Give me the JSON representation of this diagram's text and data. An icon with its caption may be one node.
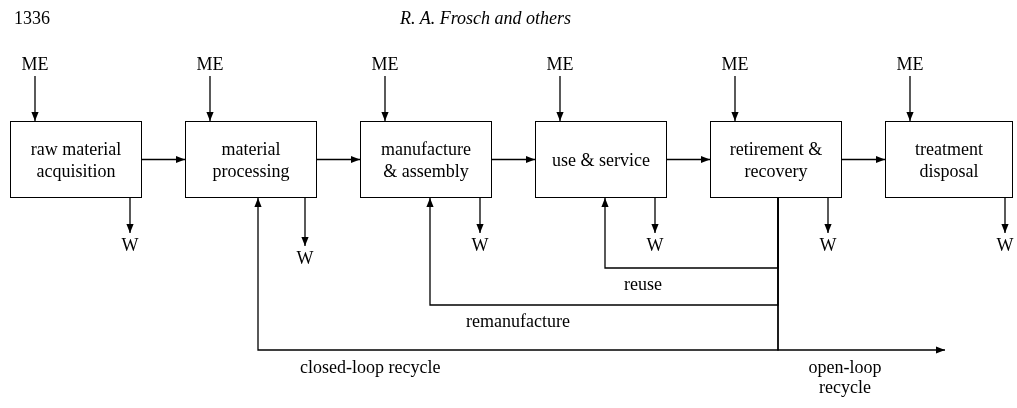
{
  "diagram": {
    "nodes": [
      {
        "text": [
          "ME"
        ]
      },
      {
        "text": [
          "ME"
        ]
      },
      {
        "text": [
          "ME"
        ]
      },
      {
        "text": [
          "ME"
        ]
      },
      {
        "text": [
          "ME"
        ]
      },
      {
        "text": [
          "ME"
        ]
      },
      {
        "text": [
          "raw material acquisition"
        ]
      },
      {
        "text": [
          "material processing"
        ]
      },
      {
        "text": [
          "manufacture & assembly"
        ]
      },
      {
        "text": [
          "use & service"
        ]
      },
      {
        "text": [
          "retirement & recovery"
        ]
      },
      {
        "text": [
          "treatment disposal"
        ]
      },
      {
        "text": [
          "W"
        ]
      },
      {
        "text": [
          "W"
        ]
      },
      {
        "text": [
          "W"
        ]
      },
      {
        "text": [
          "W"
        ]
      },
      {
        "text": [
          "W"
        ]
      },
      {
        "text": [
          "W"
        ]
      }
    ],
    "edges": [
      {
        "from": 0,
        "to": 6,
        "arrow": "to"
      },
      {
        "from": 1,
        "to": 7,
        "arrow": "to"
      },
      {
        "from": 2,
        "to": 8,
        "arrow": "to"
      },
      {
        "from": 3,
        "to": 9,
        "arrow": "to"
      },
      {
        "from": 4,
        "to": 10,
        "arrow": "to"
      },
      {
        "from": 5,
        "to": 11,
        "arrow": "to"
      },
      {
        "from": 6,
        "to": 7,
        "arrow": "to"
      },
      {
        "from": 7,
        "to": 8,
        "arrow": "to"
      },
      {
        "from": 8,
        "to": 9,
        "arrow": "to"
      },
      {
        "from": 9,
        "to": 10,
        "arrow": "to"
      },
      {
        "from": 10,
        "to": 11,
        "arrow": "to"
      },
      {
        "from": 6,
        "to": 12,
        "arrow": "to"
      },
      {
        "from": 7,
        "to": 13,
        "arrow": "to"
      },
      {
        "from": 8,
        "to": 14,
        "arrow": "to"
      },
      {
        "from": 9,
        "to": 15,
        "arrow": "to"
      },
      {
        "from": 10,
        "to": 16,
        "arrow": "to"
      },
      {
        "from": 11,
        "to": 17,
        "arrow": "to"
      },
      {
        "from": 10,
        "to": 9,
        "label": "reuse",
        "arrow": "to"
      },
      {
        "from": 10,
        "to": 8,
        "label": "remanufacture",
        "arrow": "to"
      },
      {
        "from": 10,
        "to": 7,
        "label": "closed-loop recycle",
        "arrow": "to"
      },
      {
        "from": 10,
        "to": null,
        "label": "open-loop recycle",
        "arrow": "to"
      }
    ],
    "labels": [
      "1336",
      "R. A. Frosch and others"
    ]
  }
}
